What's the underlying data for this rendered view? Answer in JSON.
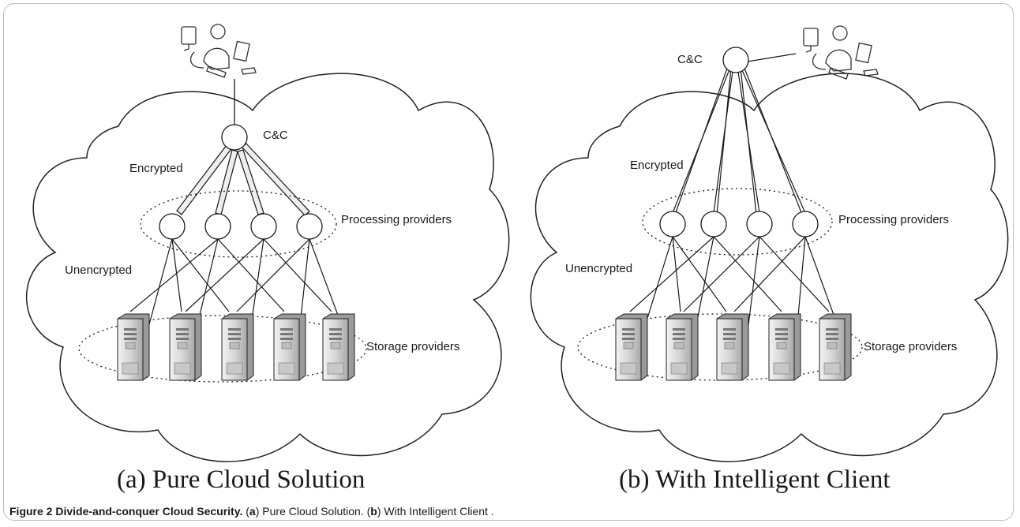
{
  "panels": [
    {
      "id": "a",
      "labels": {
        "cc": "C&C",
        "encrypted": "Encrypted",
        "unencrypted": "Unencrypted",
        "processing": "Processing providers",
        "storage": "Storage providers"
      },
      "caption": "(a) Pure Cloud Solution"
    },
    {
      "id": "b",
      "labels": {
        "cc": "C&C",
        "encrypted": "Encrypted",
        "unencrypted": "Unencrypted",
        "processing": "Processing providers",
        "storage": "Storage providers"
      },
      "caption": "(b) With Intelligent Client"
    }
  ],
  "figure_caption": {
    "label": "Figure 2",
    "title": "Divide-and-conquer Cloud Security.",
    "part_a_letter": "a",
    "part_a_text": "Pure Cloud Solution.",
    "part_b_letter": "b",
    "part_b_text": "With Intelligent Client ."
  },
  "colors": {
    "line": "#1a1a1a",
    "cloud_stroke": "#222222",
    "server_body": "#d9d9d9",
    "tube_fill": "#eeeeee"
  },
  "icons": [
    "user-workstation-icon",
    "server-icon"
  ]
}
